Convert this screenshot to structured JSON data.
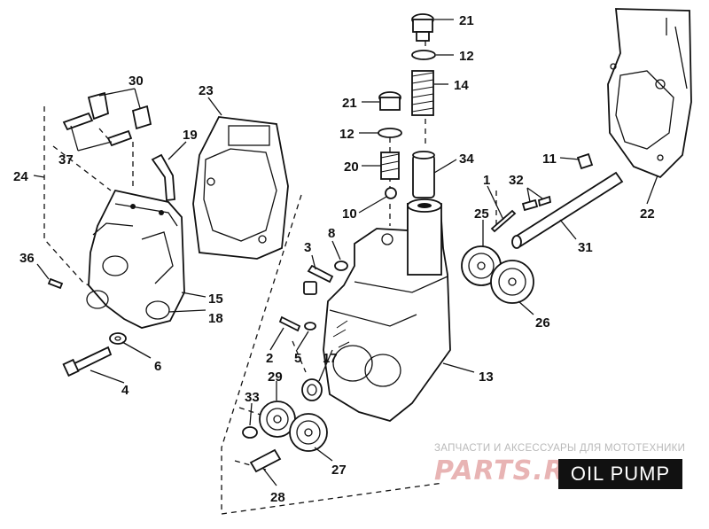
{
  "diagram": {
    "title": "OIL PUMP",
    "watermark_text": "ЗАПЧАСТИ И АКСЕССУАРЫ ДЛЯ МОТОТЕХНИКИ",
    "watermark_logo": "PARTS.RU",
    "callouts": [
      "21",
      "12",
      "14",
      "21",
      "12",
      "20",
      "34",
      "10",
      "30",
      "37",
      "19",
      "23",
      "24",
      "36",
      "15",
      "18",
      "6",
      "4",
      "3",
      "8",
      "2",
      "5",
      "17",
      "29",
      "33",
      "27",
      "28",
      "13",
      "25",
      "26",
      "1",
      "32",
      "11",
      "31",
      "22"
    ]
  }
}
